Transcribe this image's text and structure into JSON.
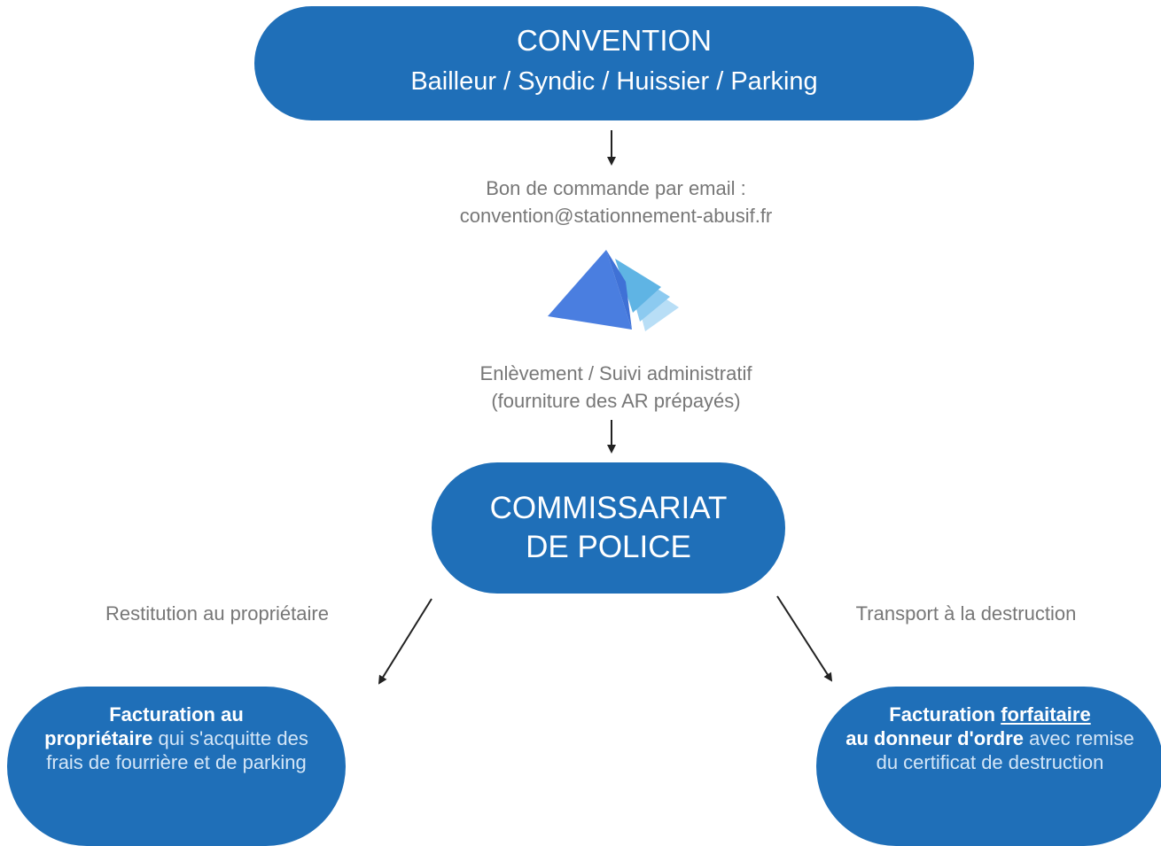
{
  "convention": {
    "title": "CONVENTION",
    "subtitle": "Bailleur / Syndic / Huissier / Parking"
  },
  "order_label": {
    "line1": "Bon de commande par email :",
    "line2": "convention@stationnement-abusif.fr"
  },
  "logo": {
    "icon": "pyramid-logo-icon",
    "colors": [
      "#4a7ee0",
      "#5fb4e4",
      "#8ccaf0",
      "#b8def6"
    ]
  },
  "removal_label": {
    "line1": "Enlèvement / Suivi administratif",
    "line2": "(fourniture des AR prépayés)"
  },
  "commissariat": {
    "line1": "COMMISSARIAT",
    "line2": "DE POLICE"
  },
  "restitution_label": "Restitution au propriétaire",
  "transport_label": "Transport à la destruction",
  "billing_owner": {
    "strong1": "Facturation au",
    "strong2": "propriétaire",
    "rest": " qui s'acquitte des frais de fourrière et de parking"
  },
  "billing_client": {
    "strong1": "Facturation ",
    "underlined": "forfaitaire",
    "strong2": "au donneur d'ordre",
    "rest": " avec remise du certificat de destruction"
  },
  "colors": {
    "node_blue": "#1f6fb8",
    "label_gray": "#777777"
  }
}
